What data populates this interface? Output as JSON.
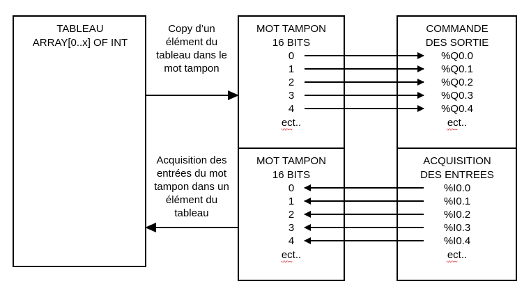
{
  "tableau": {
    "title": "TABLEAU",
    "subtitle": "ARRAY[0..x] OF INT"
  },
  "copy_label": [
    "Copy d’un",
    "élément du",
    "tableau dans le",
    "mot tampon"
  ],
  "acq_label": [
    "Acquisition des",
    "entrées du mot",
    "tampon dans un",
    "élément du",
    "tableau"
  ],
  "mot_top": {
    "title": "MOT TAMPON",
    "subtitle": "16 BITS",
    "bits": [
      "0",
      "1",
      "2",
      "3",
      "4"
    ],
    "etc": "ect.."
  },
  "mot_bottom": {
    "title": "MOT TAMPON",
    "subtitle": "16 BITS",
    "bits": [
      "0",
      "1",
      "2",
      "3",
      "4"
    ],
    "etc": "ect.."
  },
  "outputs": {
    "title": "COMMANDE",
    "subtitle": "DES SORTIE",
    "items": [
      "%Q0.0",
      "%Q0.1",
      "%Q0.2",
      "%Q0.3",
      "%Q0.4"
    ],
    "etc": "ect.."
  },
  "inputs": {
    "title": "ACQUISITION",
    "subtitle": "DES ENTREES",
    "items": [
      "%I0.0",
      "%I0.1",
      "%I0.2",
      "%I0.3",
      "%I0.4"
    ],
    "etc": "ect.."
  }
}
